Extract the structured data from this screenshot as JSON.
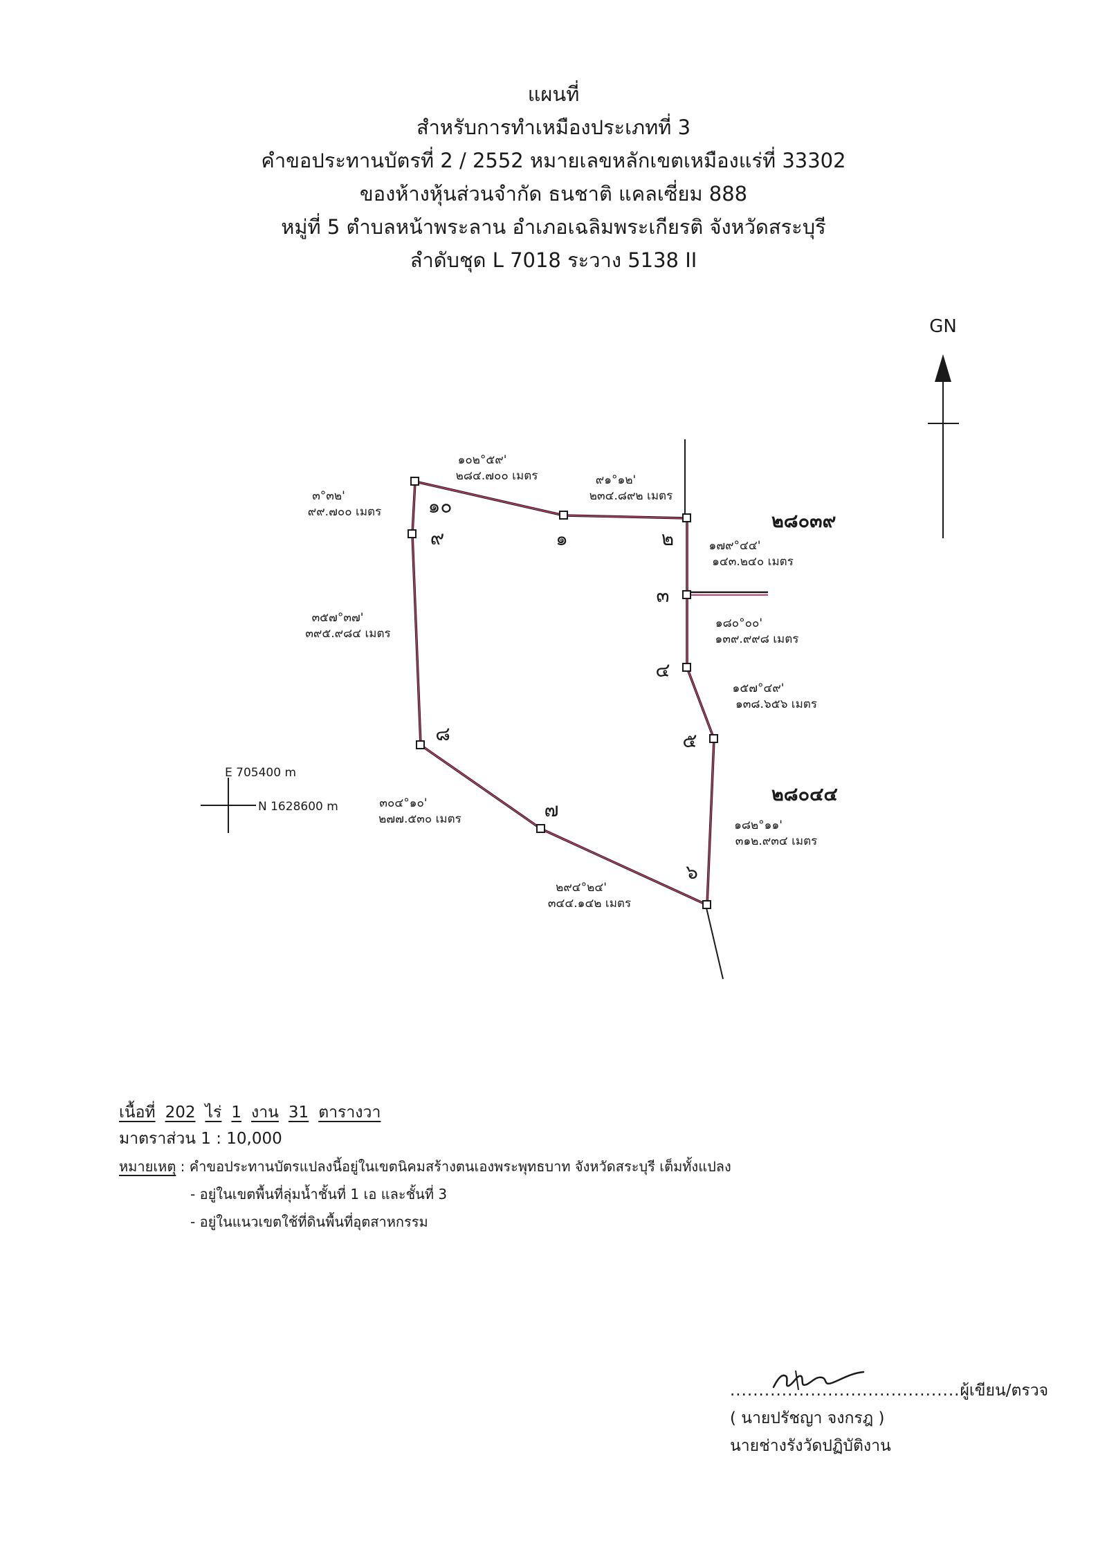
{
  "header": {
    "line1": "แผนที่",
    "line2": "สำหรับการทำเหมืองประเภทที่ 3",
    "line3": "คำขอประทานบัตรที่ 2 / 2552 หมายเลขหลักเขตเหมืองแร่ที่  33302",
    "line4": "ของห้างหุ้นส่วนจำกัด ธนชาติ แคลเซี่ยม 888",
    "line5": "หมู่ที่ 5 ตำบลหน้าพระลาน อำเภอเฉลิมพระเกียรติ จังหวัดสระบุรี",
    "line6": "ลำดับชุด L 7018 ระวาง  5138 II"
  },
  "north_arrow": {
    "label": "GN"
  },
  "coordinates": {
    "easting": "E 705400 m",
    "northing": "N 1628600 m"
  },
  "colors": {
    "boundary": "#c4406a",
    "ink": "#1a1a1a"
  },
  "points": {
    "p1": "๑",
    "p2": "๒",
    "p3": "๓",
    "p4": "๔",
    "p5": "๕",
    "p6": "๖",
    "p7": "๗",
    "p8": "๘",
    "p9": "๙",
    "p10": "๑๐"
  },
  "parcels": {
    "north": "๒๘๐๓๙",
    "south": "๒๘๐๔๔"
  },
  "legs": {
    "l10_1": {
      "bearing": "๑๐๒°๕๙'",
      "distance": "๒๘๔.๗๐๐  เมตร"
    },
    "l1_2": {
      "bearing": "๙๑°๑๒'",
      "distance": "๒๓๔.๘๙๒  เมตร"
    },
    "l2_3": {
      "bearing": "๑๗๙°๔๔'",
      "distance": "๑๔๓.๒๔๐  เมตร"
    },
    "l3_4": {
      "bearing": "๑๘๐°๐๐'",
      "distance": "๑๓๙.๙๙๘  เมตร"
    },
    "l4_5": {
      "bearing": "๑๕๗°๔๙'",
      "distance": "๑๓๘.๖๕๖  เมตร"
    },
    "l5_6": {
      "bearing": "๑๘๒°๑๑'",
      "distance": "๓๑๒.๙๓๔  เมตร"
    },
    "l6_7": {
      "bearing": "๒๙๔°๒๔'",
      "distance": "๓๔๔.๑๔๒  เมตร"
    },
    "l7_8": {
      "bearing": "๓๐๔°๑๐'",
      "distance": "๒๗๗.๕๓๐  เมตร"
    },
    "l8_9": {
      "bearing": "๓๕๗°๓๗'",
      "distance": "๓๙๕.๙๘๔  เมตร"
    },
    "l9_10": {
      "bearing": "๓°๓๒'",
      "distance": "๙๙.๗๐๐  เมตร"
    }
  },
  "area": {
    "label": "เนื้อที่",
    "rai": "202",
    "rai_unit": "ไร่",
    "ngan": "1",
    "ngan_unit": "งาน",
    "wa": "31",
    "wa_unit": "ตารางวา"
  },
  "scale": "มาตราส่วน 1 : 10,000",
  "remarks": {
    "label": "หมายเหตุ",
    "colon": " :  ",
    "items": [
      "คำขอประทานบัตรแปลงนี้อยู่ในเขตนิคมสร้างตนเองพระพุทธบาท จังหวัดสระบุรี เต็มทั้งแปลง",
      "- อยู่ในเขตพื้นที่ลุ่มน้ำชั้นที่ 1 เอ และชั้นที่ 3",
      "- อยู่ในแนวเขตใช้ที่ดินพื้นที่อุตสาหกรรม"
    ]
  },
  "signature": {
    "dots": "........................................",
    "role": "ผู้เขียน/ตรวจ",
    "name": "( นายปรัชญา  จงกรฎ )",
    "position": "นายช่างรังวัดปฏิบัติงาน"
  }
}
